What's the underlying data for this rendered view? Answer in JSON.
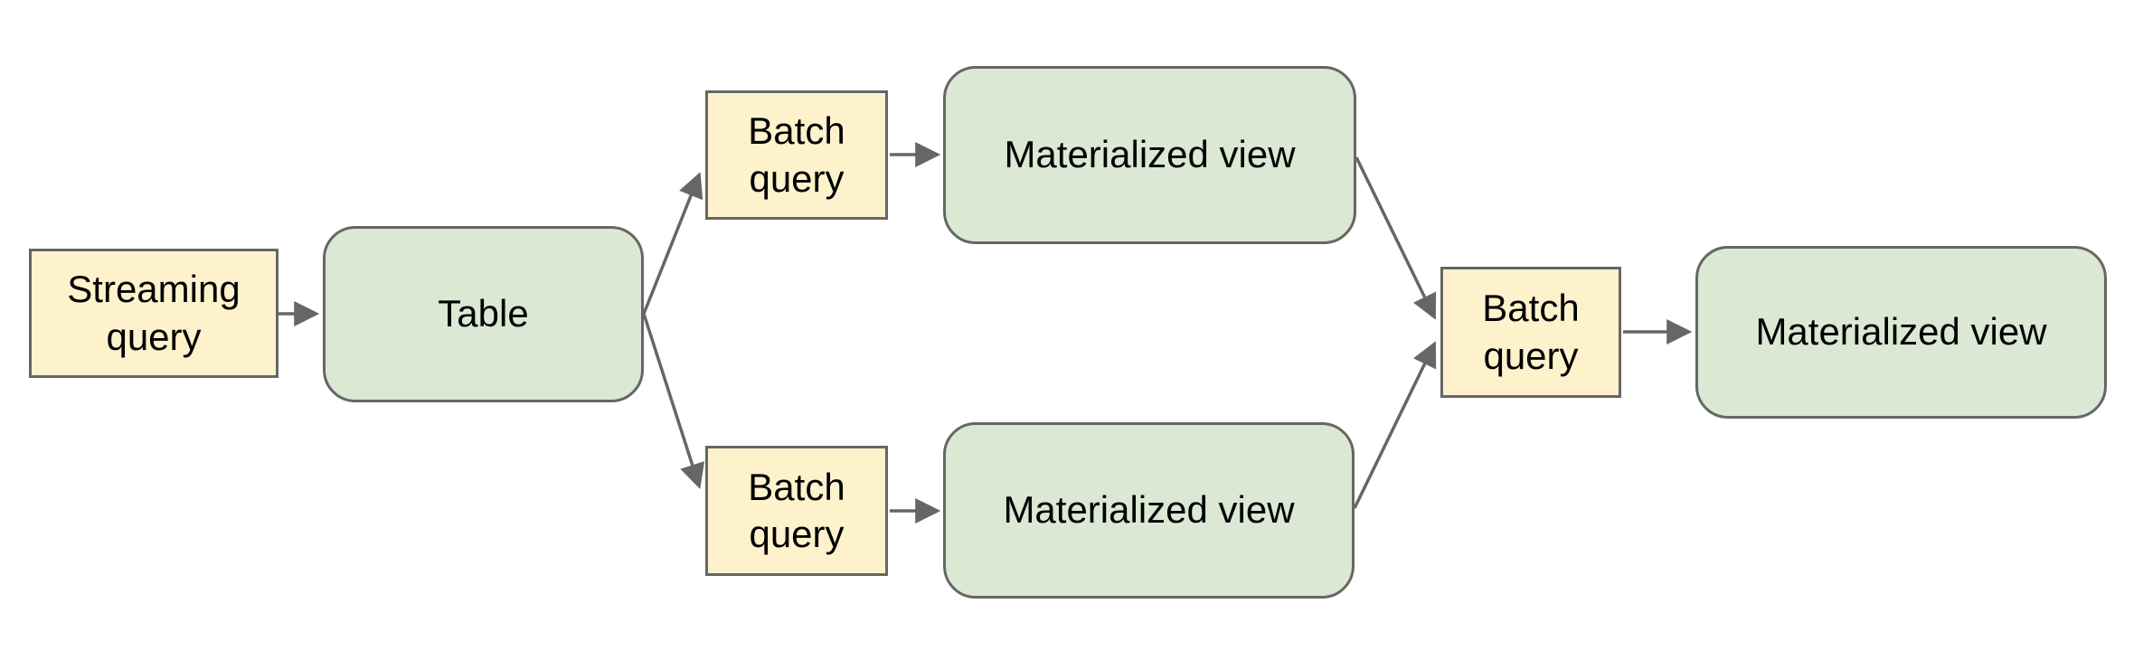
{
  "diagram": {
    "background_color": "#ffffff",
    "palette": {
      "query_box_fill": "#fef2cc",
      "view_box_fill": "#dbe8d4",
      "stroke_color": "#666666",
      "text_color": "#000000"
    },
    "nodes": [
      {
        "id": "streaming-query",
        "label": "Streaming query",
        "kind": "query"
      },
      {
        "id": "table",
        "label": "Table",
        "kind": "view"
      },
      {
        "id": "batch-query-top",
        "label": "Batch query",
        "kind": "query"
      },
      {
        "id": "materialized-view-top",
        "label": "Materialized view",
        "kind": "view"
      },
      {
        "id": "batch-query-bottom",
        "label": "Batch query",
        "kind": "query"
      },
      {
        "id": "materialized-view-bottom",
        "label": "Materialized view",
        "kind": "view"
      },
      {
        "id": "batch-query-merge",
        "label": "Batch query",
        "kind": "query"
      },
      {
        "id": "materialized-view-final",
        "label": "Materialized view",
        "kind": "view"
      }
    ],
    "edges": [
      {
        "from": "streaming-query",
        "to": "table"
      },
      {
        "from": "table",
        "to": "batch-query-top"
      },
      {
        "from": "table",
        "to": "batch-query-bottom"
      },
      {
        "from": "batch-query-top",
        "to": "materialized-view-top"
      },
      {
        "from": "batch-query-bottom",
        "to": "materialized-view-bottom"
      },
      {
        "from": "materialized-view-top",
        "to": "batch-query-merge"
      },
      {
        "from": "materialized-view-bottom",
        "to": "batch-query-merge"
      },
      {
        "from": "batch-query-merge",
        "to": "materialized-view-final"
      }
    ]
  }
}
